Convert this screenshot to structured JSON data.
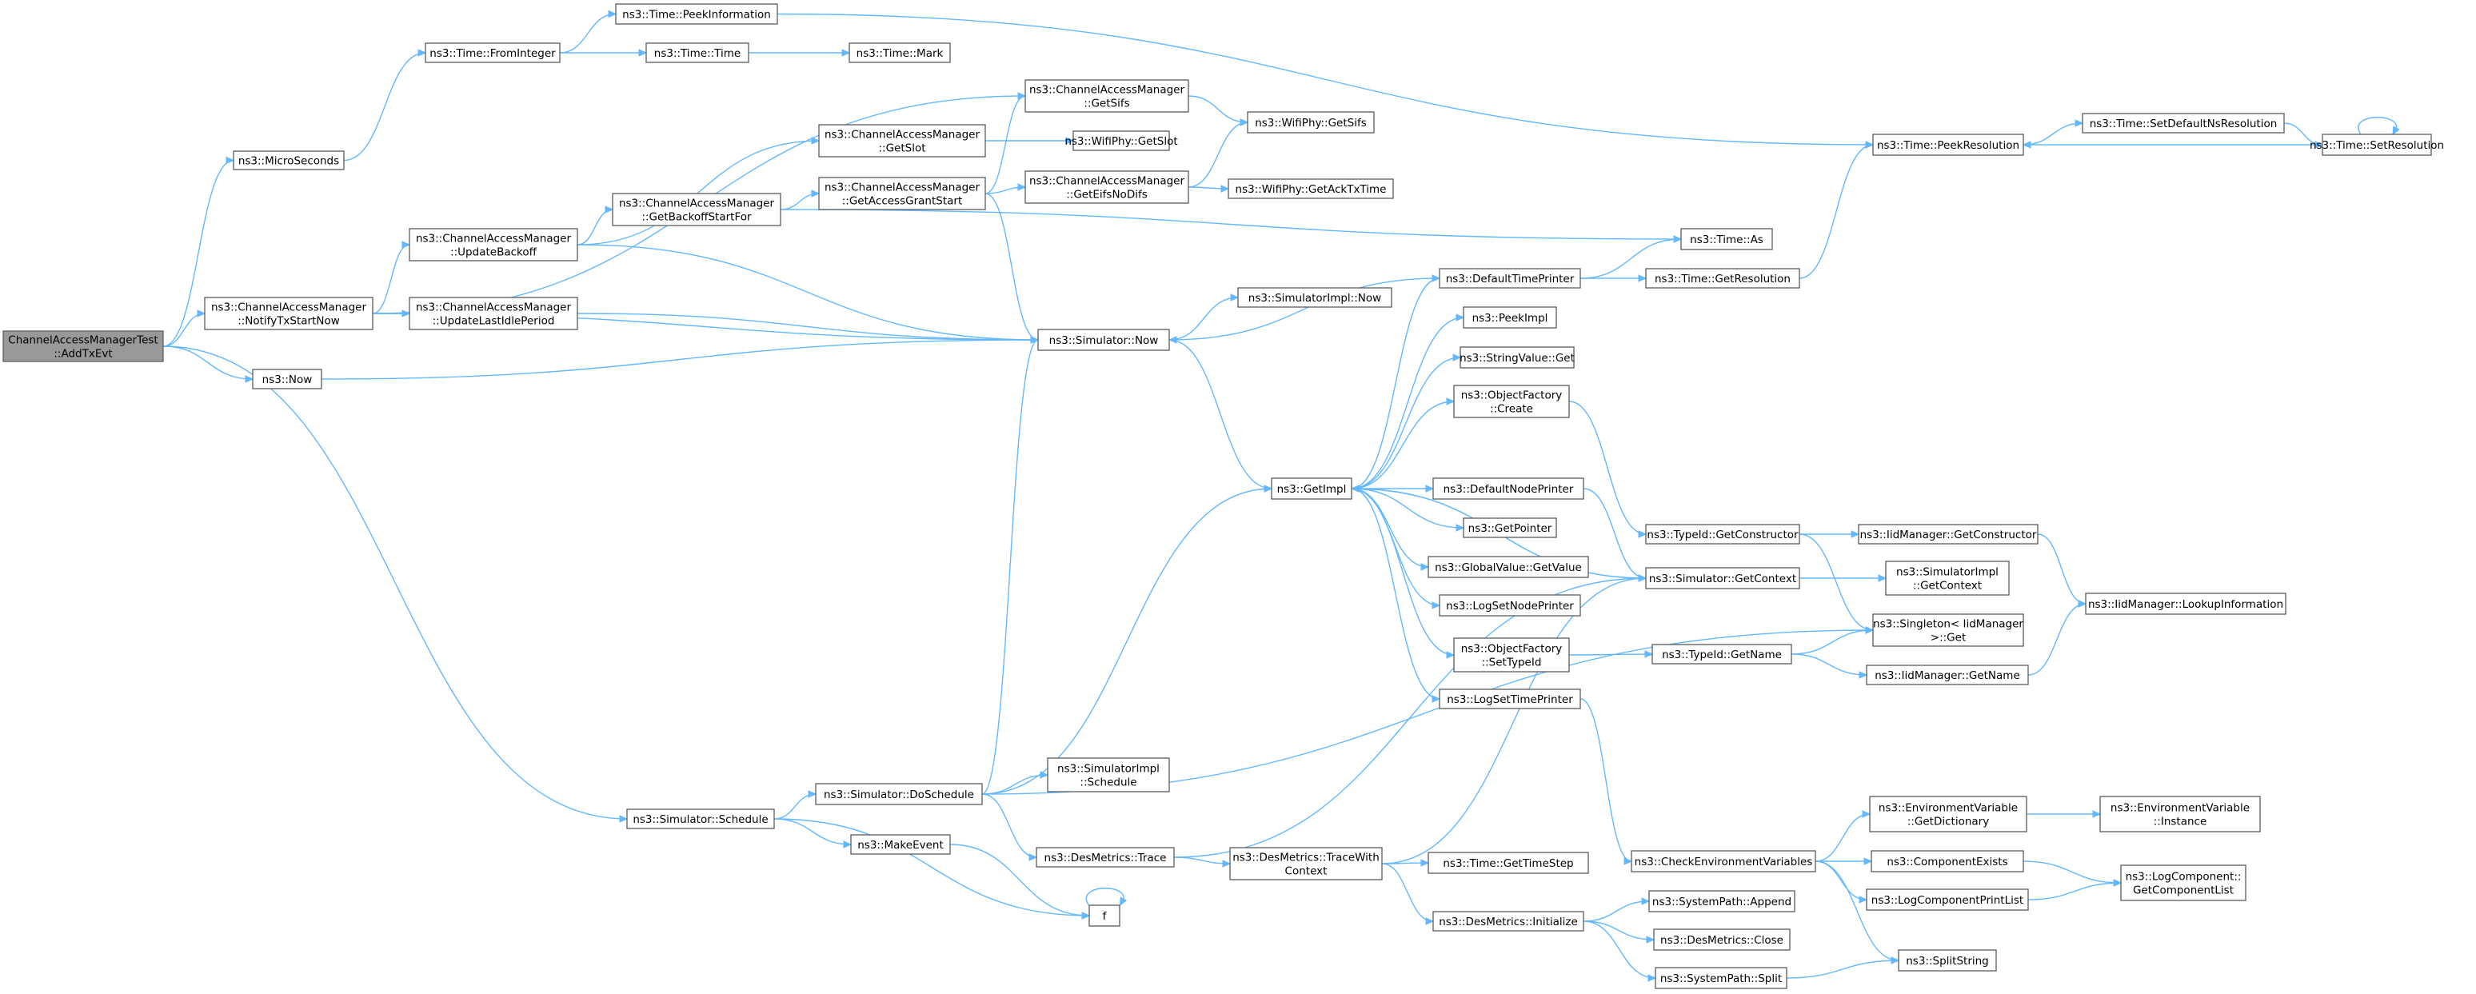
{
  "graph": {
    "colors": {
      "edge": "#63b8ff",
      "root_fill": "#999999",
      "node_border": "#666666"
    },
    "nodes": [
      {
        "id": "root",
        "lines": [
          "ChannelAccessManagerTest",
          "::AddTxEvt"
        ],
        "root": true
      },
      {
        "id": "microseconds",
        "lines": [
          "ns3::MicroSeconds"
        ]
      },
      {
        "id": "fromInteger",
        "lines": [
          "ns3::Time::FromInteger"
        ]
      },
      {
        "id": "peekInformation",
        "lines": [
          "ns3::Time::PeekInformation"
        ]
      },
      {
        "id": "timeTime",
        "lines": [
          "ns3::Time::Time"
        ]
      },
      {
        "id": "timeMark",
        "lines": [
          "ns3::Time::Mark"
        ]
      },
      {
        "id": "notifyTxStartNow",
        "lines": [
          "ns3::ChannelAccessManager",
          "::NotifyTxStartNow"
        ]
      },
      {
        "id": "updateBackoff",
        "lines": [
          "ns3::ChannelAccessManager",
          "::UpdateBackoff"
        ]
      },
      {
        "id": "updateLastIdlePeriod",
        "lines": [
          "ns3::ChannelAccessManager",
          "::UpdateLastIdlePeriod"
        ]
      },
      {
        "id": "getBackoffStartFor",
        "lines": [
          "ns3::ChannelAccessManager",
          "::GetBackoffStartFor"
        ]
      },
      {
        "id": "camGetSlot",
        "lines": [
          "ns3::ChannelAccessManager",
          "::GetSlot"
        ]
      },
      {
        "id": "camGetSifs",
        "lines": [
          "ns3::ChannelAccessManager",
          "::GetSifs"
        ]
      },
      {
        "id": "getAccessGrantStart",
        "lines": [
          "ns3::ChannelAccessManager",
          "::GetAccessGrantStart"
        ]
      },
      {
        "id": "getEifsNoDifs",
        "lines": [
          "ns3::ChannelAccessManager",
          "::GetEifsNoDifs"
        ]
      },
      {
        "id": "wifiGetSlot",
        "lines": [
          "ns3::WifiPhy::GetSlot"
        ]
      },
      {
        "id": "wifiGetSifs",
        "lines": [
          "ns3::WifiPhy::GetSifs"
        ]
      },
      {
        "id": "wifiGetAckTxTime",
        "lines": [
          "ns3::WifiPhy::GetAckTxTime"
        ]
      },
      {
        "id": "now",
        "lines": [
          "ns3::Now"
        ]
      },
      {
        "id": "simulatorNow",
        "lines": [
          "ns3::Simulator::Now"
        ]
      },
      {
        "id": "simulatorImplNow",
        "lines": [
          "ns3::SimulatorImpl::Now"
        ]
      },
      {
        "id": "getImpl",
        "lines": [
          "ns3::GetImpl"
        ]
      },
      {
        "id": "defaultTimePrinter",
        "lines": [
          "ns3::DefaultTimePrinter"
        ]
      },
      {
        "id": "peekImpl",
        "lines": [
          "ns3::PeekImpl"
        ]
      },
      {
        "id": "stringValueGet",
        "lines": [
          "ns3::StringValue::Get"
        ]
      },
      {
        "id": "objectFactoryCreate",
        "lines": [
          "ns3::ObjectFactory",
          "::Create"
        ]
      },
      {
        "id": "defaultNodePrinter",
        "lines": [
          "ns3::DefaultNodePrinter"
        ]
      },
      {
        "id": "getPointer",
        "lines": [
          "ns3::GetPointer"
        ]
      },
      {
        "id": "globalValueGetValue",
        "lines": [
          "ns3::GlobalValue::GetValue"
        ]
      },
      {
        "id": "logSetNodePrinter",
        "lines": [
          "ns3::LogSetNodePrinter"
        ]
      },
      {
        "id": "objectFactorySetTypeId",
        "lines": [
          "ns3::ObjectFactory",
          "::SetTypeId"
        ]
      },
      {
        "id": "logSetTimePrinter",
        "lines": [
          "ns3::LogSetTimePrinter"
        ]
      },
      {
        "id": "timeAs",
        "lines": [
          "ns3::Time::As"
        ]
      },
      {
        "id": "timeGetResolution",
        "lines": [
          "ns3::Time::GetResolution"
        ]
      },
      {
        "id": "peekResolution",
        "lines": [
          "ns3::Time::PeekResolution"
        ]
      },
      {
        "id": "setDefaultNsResolution",
        "lines": [
          "ns3::Time::SetDefaultNsResolution"
        ]
      },
      {
        "id": "setResolution",
        "lines": [
          "ns3::Time::SetResolution"
        ]
      },
      {
        "id": "typeIdGetConstructor",
        "lines": [
          "ns3::TypeId::GetConstructor"
        ]
      },
      {
        "id": "iidGetConstructor",
        "lines": [
          "ns3::IidManager::GetConstructor"
        ]
      },
      {
        "id": "simulatorGetContext",
        "lines": [
          "ns3::Simulator::GetContext"
        ]
      },
      {
        "id": "simulatorImplGetContext",
        "lines": [
          "ns3::SimulatorImpl",
          "::GetContext"
        ]
      },
      {
        "id": "singletonGet",
        "lines": [
          "ns3::Singleton< IidManager",
          " >::Get"
        ]
      },
      {
        "id": "typeIdGetName",
        "lines": [
          "ns3::TypeId::GetName"
        ]
      },
      {
        "id": "iidGetName",
        "lines": [
          "ns3::IidManager::GetName"
        ]
      },
      {
        "id": "lookupInformation",
        "lines": [
          "ns3::IidManager::LookupInformation"
        ]
      },
      {
        "id": "simulatorSchedule",
        "lines": [
          "ns3::Simulator::Schedule"
        ]
      },
      {
        "id": "doSchedule",
        "lines": [
          "ns3::Simulator::DoSchedule"
        ]
      },
      {
        "id": "simulatorImplSchedule",
        "lines": [
          "ns3::SimulatorImpl",
          "::Schedule"
        ]
      },
      {
        "id": "makeEvent",
        "lines": [
          "ns3::MakeEvent"
        ]
      },
      {
        "id": "desMetricsTrace",
        "lines": [
          "ns3::DesMetrics::Trace"
        ]
      },
      {
        "id": "traceWithContext",
        "lines": [
          "ns3::DesMetrics::TraceWith",
          "Context"
        ]
      },
      {
        "id": "f",
        "lines": [
          "f"
        ]
      },
      {
        "id": "getTimeStep",
        "lines": [
          "ns3::Time::GetTimeStep"
        ]
      },
      {
        "id": "desMetricsInitialize",
        "lines": [
          "ns3::DesMetrics::Initialize"
        ]
      },
      {
        "id": "systemPathAppend",
        "lines": [
          "ns3::SystemPath::Append"
        ]
      },
      {
        "id": "desMetricsClose",
        "lines": [
          "ns3::DesMetrics::Close"
        ]
      },
      {
        "id": "systemPathSplit",
        "lines": [
          "ns3::SystemPath::Split"
        ]
      },
      {
        "id": "checkEnvVars",
        "lines": [
          "ns3::CheckEnvironmentVariables"
        ]
      },
      {
        "id": "envGetDictionary",
        "lines": [
          "ns3::EnvironmentVariable",
          "::GetDictionary"
        ]
      },
      {
        "id": "envInstance",
        "lines": [
          "ns3::EnvironmentVariable",
          "::Instance"
        ]
      },
      {
        "id": "componentExists",
        "lines": [
          "ns3::ComponentExists"
        ]
      },
      {
        "id": "logComponentPrintList",
        "lines": [
          "ns3::LogComponentPrintList"
        ]
      },
      {
        "id": "splitString",
        "lines": [
          "ns3::SplitString"
        ]
      },
      {
        "id": "getComponentList",
        "lines": [
          "ns3::LogComponent::",
          "GetComponentList"
        ]
      }
    ],
    "edges": [
      [
        "root",
        "microseconds"
      ],
      [
        "root",
        "notifyTxStartNow"
      ],
      [
        "root",
        "now"
      ],
      [
        "root",
        "simulatorSchedule"
      ],
      [
        "microseconds",
        "fromInteger"
      ],
      [
        "fromInteger",
        "peekInformation"
      ],
      [
        "fromInteger",
        "timeTime"
      ],
      [
        "timeTime",
        "timeMark"
      ],
      [
        "peekInformation",
        "peekResolution"
      ],
      [
        "notifyTxStartNow",
        "camGetSifs"
      ],
      [
        "notifyTxStartNow",
        "updateBackoff"
      ],
      [
        "notifyTxStartNow",
        "updateLastIdlePeriod"
      ],
      [
        "notifyTxStartNow",
        "simulatorNow"
      ],
      [
        "updateBackoff",
        "camGetSlot"
      ],
      [
        "updateBackoff",
        "getBackoffStartFor"
      ],
      [
        "updateBackoff",
        "simulatorNow"
      ],
      [
        "updateLastIdlePeriod",
        "simulatorNow"
      ],
      [
        "getBackoffStartFor",
        "getAccessGrantStart"
      ],
      [
        "getBackoffStartFor",
        "timeAs"
      ],
      [
        "camGetSlot",
        "wifiGetSlot"
      ],
      [
        "camGetSifs",
        "wifiGetSifs"
      ],
      [
        "getAccessGrantStart",
        "camGetSifs"
      ],
      [
        "getAccessGrantStart",
        "getEifsNoDifs"
      ],
      [
        "getAccessGrantStart",
        "simulatorNow"
      ],
      [
        "getEifsNoDifs",
        "wifiGetSifs"
      ],
      [
        "getEifsNoDifs",
        "wifiGetAckTxTime"
      ],
      [
        "now",
        "simulatorNow"
      ],
      [
        "simulatorNow",
        "simulatorImplNow"
      ],
      [
        "simulatorNow",
        "getImpl"
      ],
      [
        "getImpl",
        "defaultTimePrinter"
      ],
      [
        "getImpl",
        "peekImpl"
      ],
      [
        "getImpl",
        "stringValueGet"
      ],
      [
        "getImpl",
        "objectFactoryCreate"
      ],
      [
        "getImpl",
        "defaultNodePrinter"
      ],
      [
        "getImpl",
        "getPointer"
      ],
      [
        "getImpl",
        "globalValueGetValue"
      ],
      [
        "getImpl",
        "logSetNodePrinter"
      ],
      [
        "getImpl",
        "objectFactorySetTypeId"
      ],
      [
        "getImpl",
        "logSetTimePrinter"
      ],
      [
        "getImpl",
        "simulatorGetContext"
      ],
      [
        "defaultTimePrinter",
        "simulatorNow"
      ],
      [
        "defaultTimePrinter",
        "timeAs"
      ],
      [
        "defaultTimePrinter",
        "timeGetResolution"
      ],
      [
        "timeGetResolution",
        "peekResolution"
      ],
      [
        "peekResolution",
        "setDefaultNsResolution"
      ],
      [
        "setDefaultNsResolution",
        "setResolution"
      ],
      [
        "setResolution",
        "peekResolution"
      ],
      [
        "setResolution",
        "setResolution"
      ],
      [
        "objectFactoryCreate",
        "typeIdGetConstructor"
      ],
      [
        "defaultNodePrinter",
        "simulatorGetContext"
      ],
      [
        "objectFactorySetTypeId",
        "typeIdGetName"
      ],
      [
        "logSetTimePrinter",
        "checkEnvVars"
      ],
      [
        "typeIdGetConstructor",
        "iidGetConstructor"
      ],
      [
        "typeIdGetConstructor",
        "singletonGet"
      ],
      [
        "iidGetConstructor",
        "lookupInformation"
      ],
      [
        "simulatorGetContext",
        "simulatorImplGetContext"
      ],
      [
        "simulatorGetContext",
        "getImpl"
      ],
      [
        "typeIdGetName",
        "singletonGet"
      ],
      [
        "typeIdGetName",
        "iidGetName"
      ],
      [
        "iidGetName",
        "lookupInformation"
      ],
      [
        "simulatorSchedule",
        "doSchedule"
      ],
      [
        "simulatorSchedule",
        "makeEvent"
      ],
      [
        "simulatorSchedule",
        "f"
      ],
      [
        "doSchedule",
        "simulatorNow"
      ],
      [
        "doSchedule",
        "getImpl"
      ],
      [
        "doSchedule",
        "simulatorImplSchedule"
      ],
      [
        "doSchedule",
        "desMetricsTrace"
      ],
      [
        "doSchedule",
        "singletonGet"
      ],
      [
        "makeEvent",
        "f"
      ],
      [
        "desMetricsTrace",
        "traceWithContext"
      ],
      [
        "desMetricsTrace",
        "simulatorGetContext"
      ],
      [
        "traceWithContext",
        "simulatorGetContext"
      ],
      [
        "traceWithContext",
        "getTimeStep"
      ],
      [
        "traceWithContext",
        "desMetricsInitialize"
      ],
      [
        "f",
        "f"
      ],
      [
        "desMetricsInitialize",
        "systemPathAppend"
      ],
      [
        "desMetricsInitialize",
        "desMetricsClose"
      ],
      [
        "desMetricsInitialize",
        "systemPathSplit"
      ],
      [
        "systemPathSplit",
        "splitString"
      ],
      [
        "checkEnvVars",
        "envGetDictionary"
      ],
      [
        "checkEnvVars",
        "componentExists"
      ],
      [
        "checkEnvVars",
        "logComponentPrintList"
      ],
      [
        "checkEnvVars",
        "splitString"
      ],
      [
        "envGetDictionary",
        "envInstance"
      ],
      [
        "componentExists",
        "getComponentList"
      ],
      [
        "logComponentPrintList",
        "getComponentList"
      ]
    ]
  }
}
